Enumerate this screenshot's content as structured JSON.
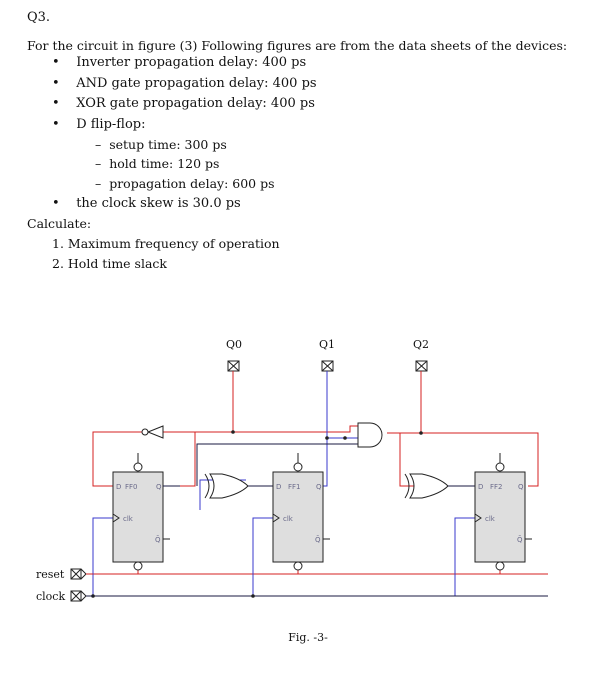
{
  "question": {
    "number": "Q3.",
    "intro": "For the circuit in figure (3) Following figures are from the data sheets of the devices:",
    "specs": [
      "Inverter propagation delay: 400 ps",
      "AND gate propagation delay: 400 ps",
      "XOR gate propagation delay: 400 ps",
      "D flip-flop:"
    ],
    "ff_specs": [
      "setup time: 300 ps",
      "hold time: 120 ps",
      "propagation delay: 600 ps"
    ],
    "skew": "the clock skew is 30.0 ps",
    "calculate_label": "Calculate:",
    "tasks": [
      "1.  Maximum frequency of operation",
      "2.  Hold time slack"
    ]
  },
  "figure": {
    "caption": "Fig. -3-",
    "outputs": [
      "Q0",
      "Q1",
      "Q2"
    ],
    "inputs": [
      "reset",
      "clock"
    ],
    "flipflops": [
      {
        "name": "FF0",
        "d": "D",
        "q": "Q",
        "clk": "clk",
        "qbar": "Q̄"
      },
      {
        "name": "FF1",
        "d": "D",
        "q": "Q",
        "clk": "clk",
        "qbar": "Q̄"
      },
      {
        "name": "FF2",
        "d": "D",
        "q": "Q",
        "clk": "clk",
        "qbar": "Q̄"
      }
    ],
    "colors": {
      "red_wire": "#d62020",
      "blue_wire": "#3a3acc",
      "dark_wire": "#1a1a40",
      "ff_fill": "#dedede"
    }
  }
}
